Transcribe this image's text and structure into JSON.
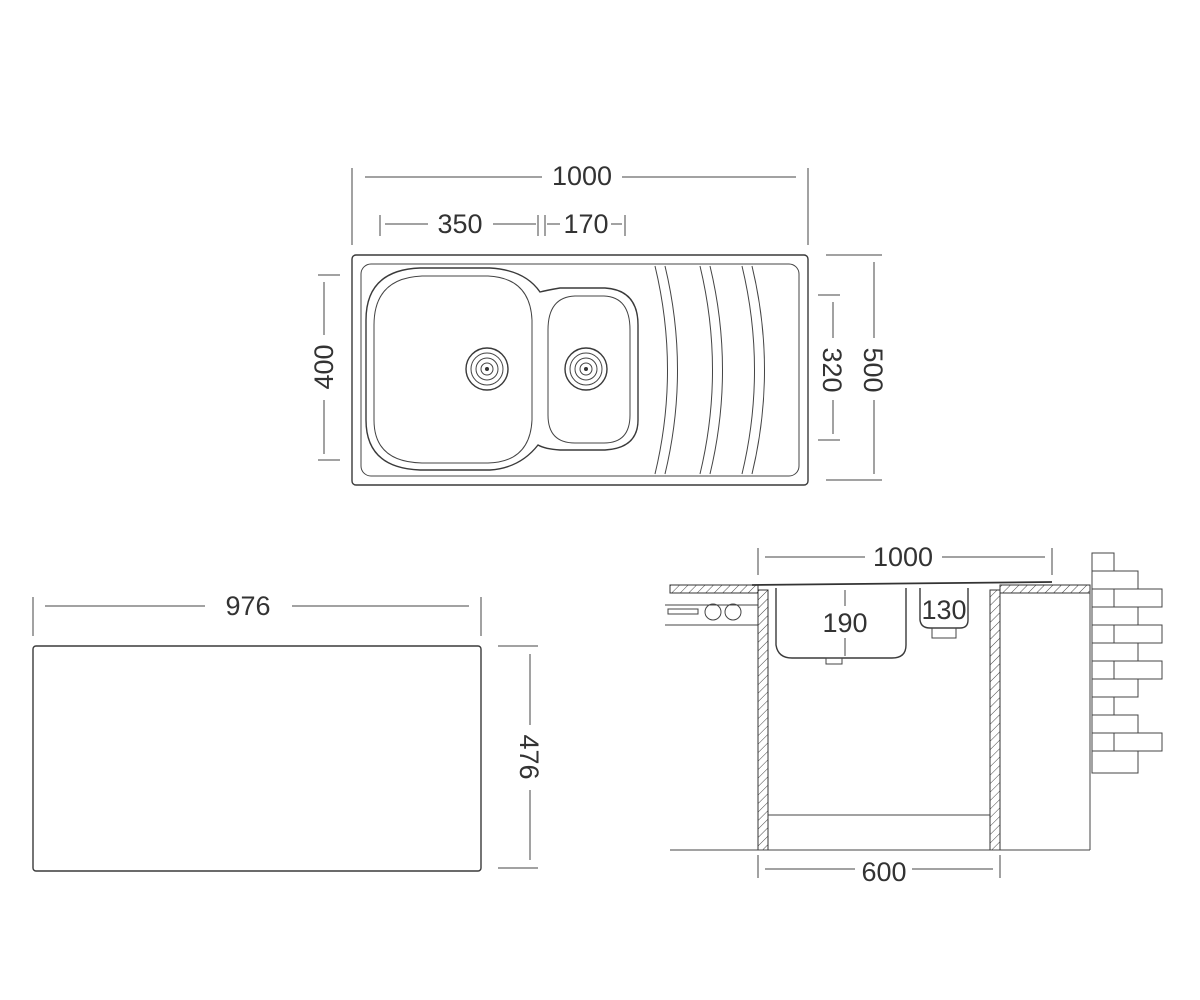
{
  "top_view": {
    "overall_width": "1000",
    "bowl_large_width": "350",
    "bowl_small_width": "170",
    "bowl_height": "400",
    "inner_height": "320",
    "overall_depth": "500"
  },
  "cutout": {
    "width": "976",
    "depth": "476"
  },
  "section": {
    "sink_width": "1000",
    "bowl_depth_large": "190",
    "bowl_depth_small": "130",
    "cabinet_width": "600"
  },
  "colors": {
    "line": "#3a3a3a",
    "text": "#333333"
  }
}
